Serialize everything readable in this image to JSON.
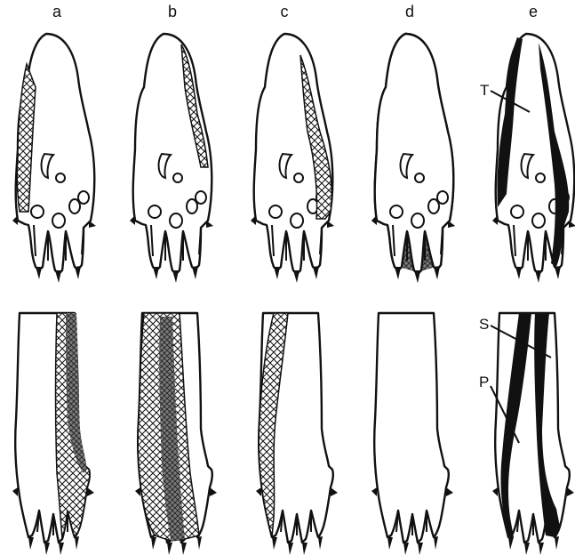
{
  "columns": [
    "a",
    "b",
    "c",
    "d",
    "e"
  ],
  "callouts": {
    "T": "T",
    "S": "S",
    "P": "P"
  },
  "colors": {
    "ink": "#111111",
    "stipple": "#7a7a7a",
    "background": "#ffffff"
  }
}
